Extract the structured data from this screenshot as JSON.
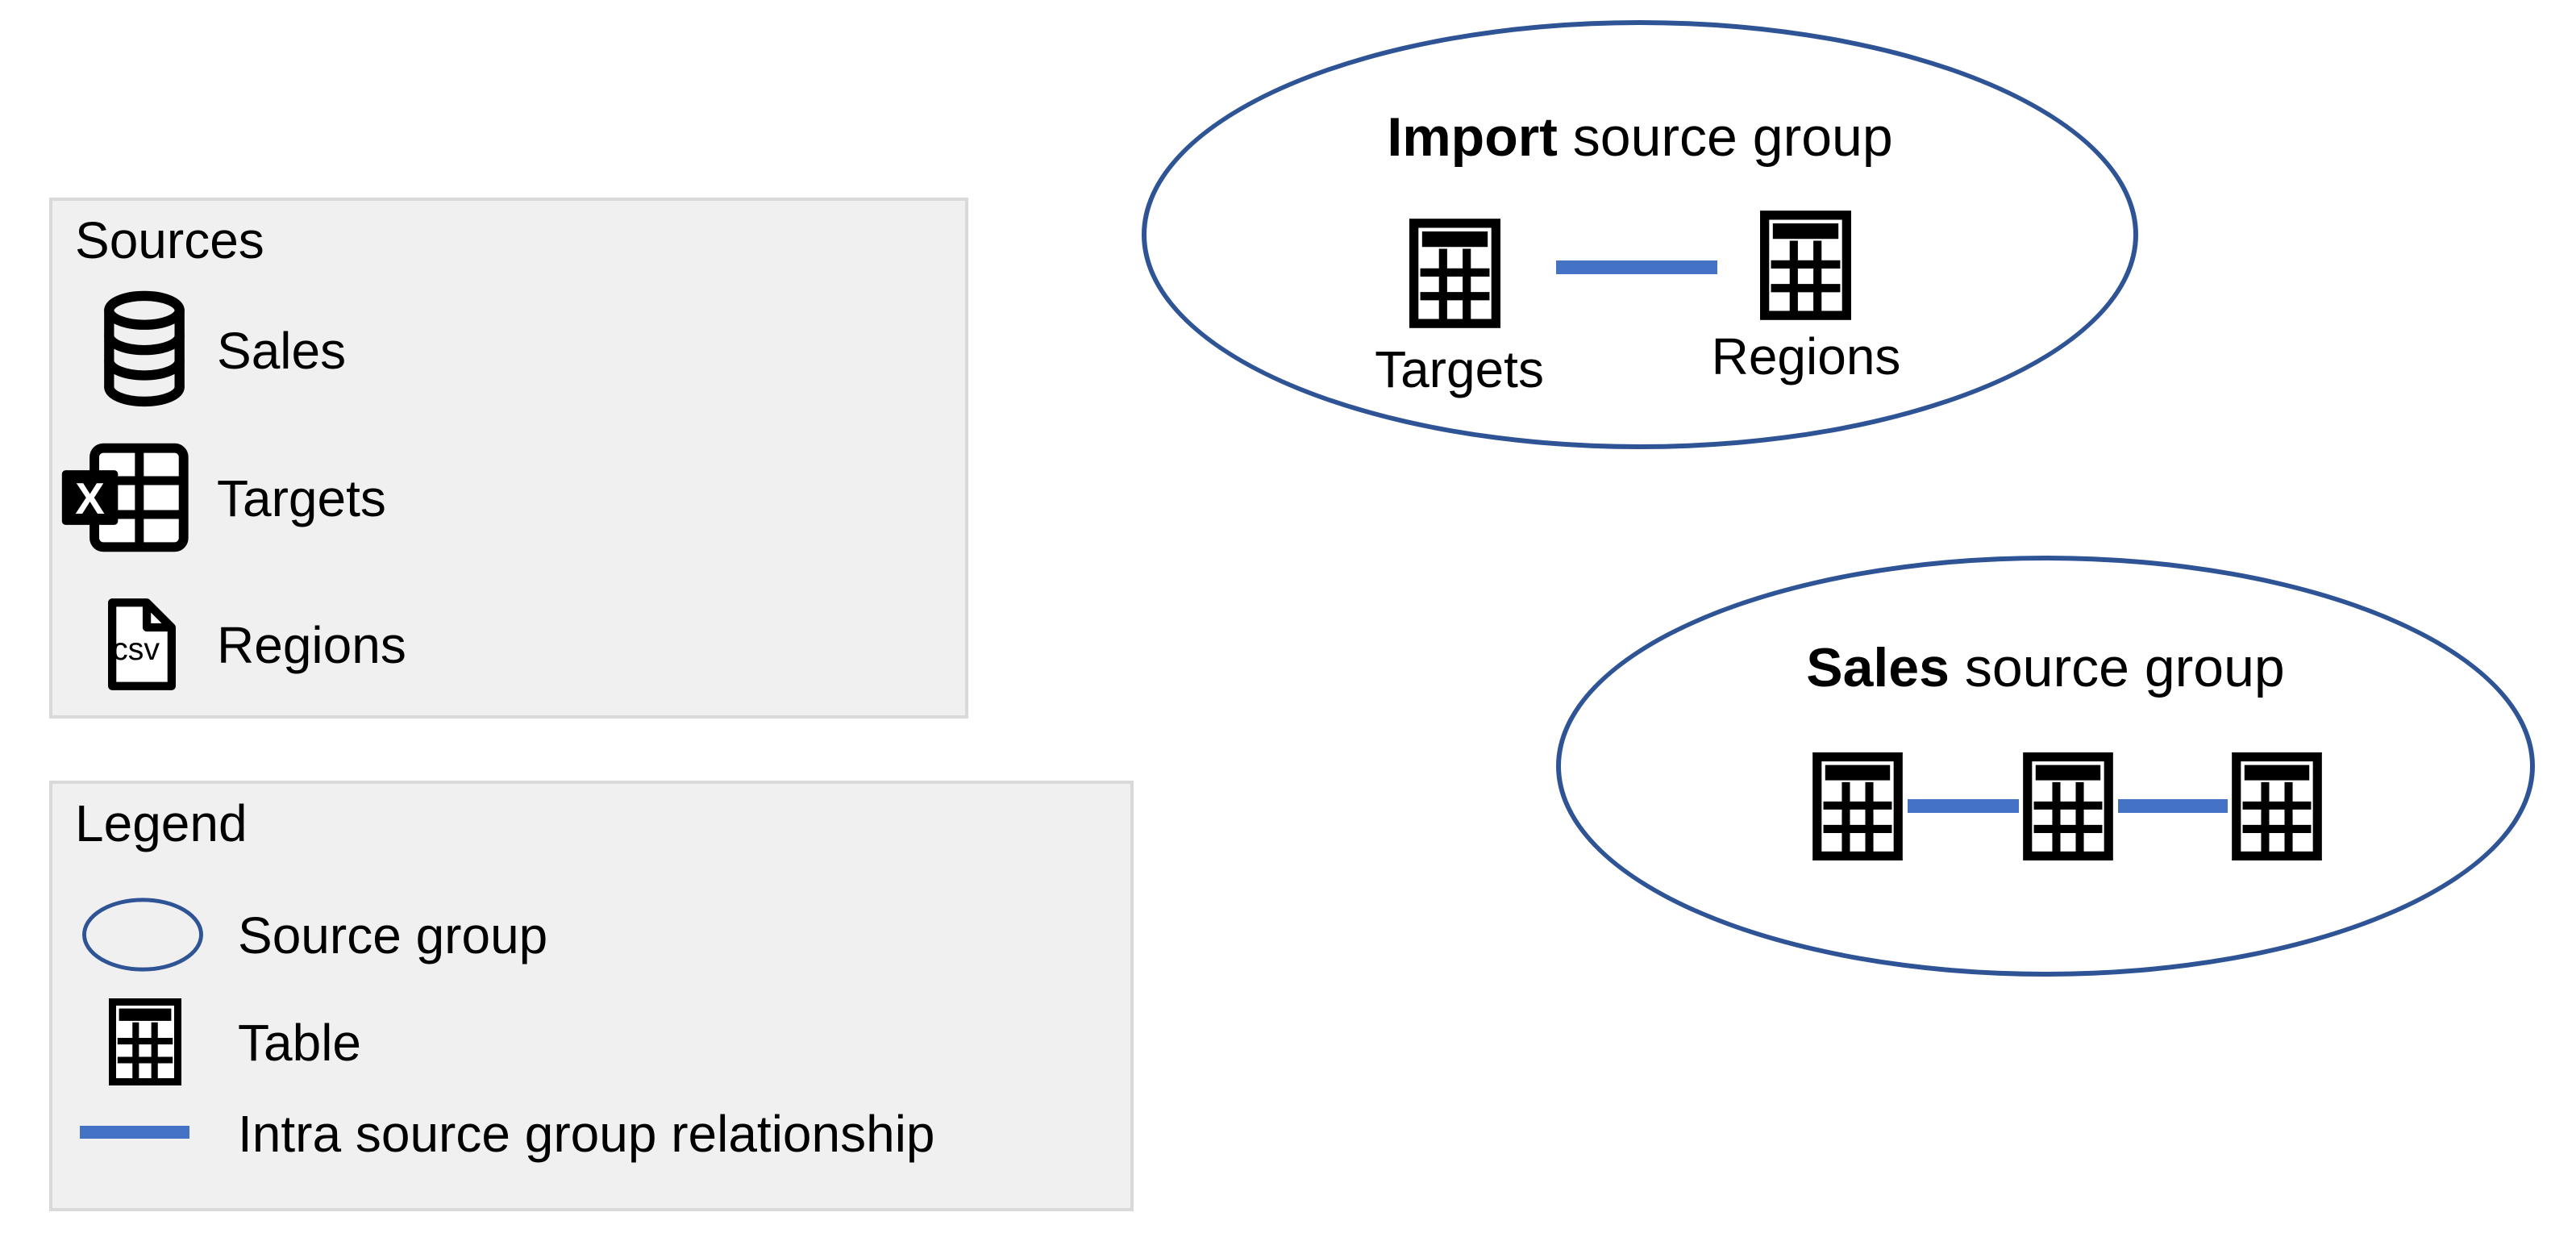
{
  "colors": {
    "panel_bg": "#f0f0f0",
    "panel_border": "#d9d9d9",
    "ellipse_stroke": "#2f5496",
    "relationship_blue": "#4472c4",
    "ink": "#000000",
    "page_bg": "#ffffff"
  },
  "sources_panel": {
    "title": "Sources",
    "items": [
      {
        "icon": "database-icon",
        "label": "Sales"
      },
      {
        "icon": "excel-icon",
        "label": "Targets"
      },
      {
        "icon": "csv-file-icon",
        "label": "Regions"
      }
    ]
  },
  "legend_panel": {
    "title": "Legend",
    "items": [
      {
        "icon": "source-group-ellipse-icon",
        "label": "Source group"
      },
      {
        "icon": "table-icon",
        "label": "Table"
      },
      {
        "icon": "relationship-line-icon",
        "label": "Intra source group relationship"
      }
    ]
  },
  "groups": [
    {
      "name_bold": "Import",
      "name_rest": " source group",
      "tables": [
        {
          "label": "Targets"
        },
        {
          "label": "Regions"
        }
      ],
      "relationship_count": 1
    },
    {
      "name_bold": "Sales",
      "name_rest": " source group",
      "tables": [
        {
          "label": ""
        },
        {
          "label": ""
        },
        {
          "label": ""
        }
      ],
      "relationship_count": 2
    }
  ],
  "csv_icon_text": "csv",
  "excel_icon_letter": "X"
}
